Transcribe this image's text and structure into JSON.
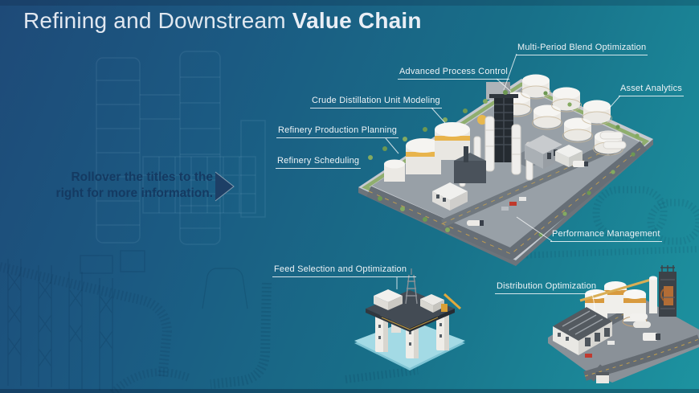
{
  "slide": {
    "title": {
      "light": "Refining and Downstream",
      "bold": "Value Chain"
    },
    "instruction": {
      "line1": "Rollover the titles to the",
      "line2": "right for more information."
    }
  },
  "callouts": [
    {
      "label": "Multi-Period Blend Optimization"
    },
    {
      "label": "Advanced Process Control"
    },
    {
      "label": "Crude Distillation Unit Modeling"
    },
    {
      "label": "Refinery Production Planning"
    },
    {
      "label": "Refinery Scheduling"
    },
    {
      "label": "Asset Analytics"
    },
    {
      "label": "Performance Management"
    },
    {
      "label": "Feed Selection and Optimization"
    },
    {
      "label": "Distribution Optimization"
    }
  ],
  "illustrations": {
    "refinery": "refinery-complex",
    "platform": "offshore-platform",
    "distribution": "distribution-terminal"
  },
  "colors": {
    "bg_start": "#1e4a78",
    "bg_mid": "#187089",
    "bg_end": "#1d93a0",
    "label_text": "#eef3f6",
    "instruction_text": "#143a62",
    "tank_band_yellow": "#e8b44c",
    "water_blue": "#a3dae5",
    "greenery": "#8fae6e",
    "asphalt": "#98a0a7"
  }
}
